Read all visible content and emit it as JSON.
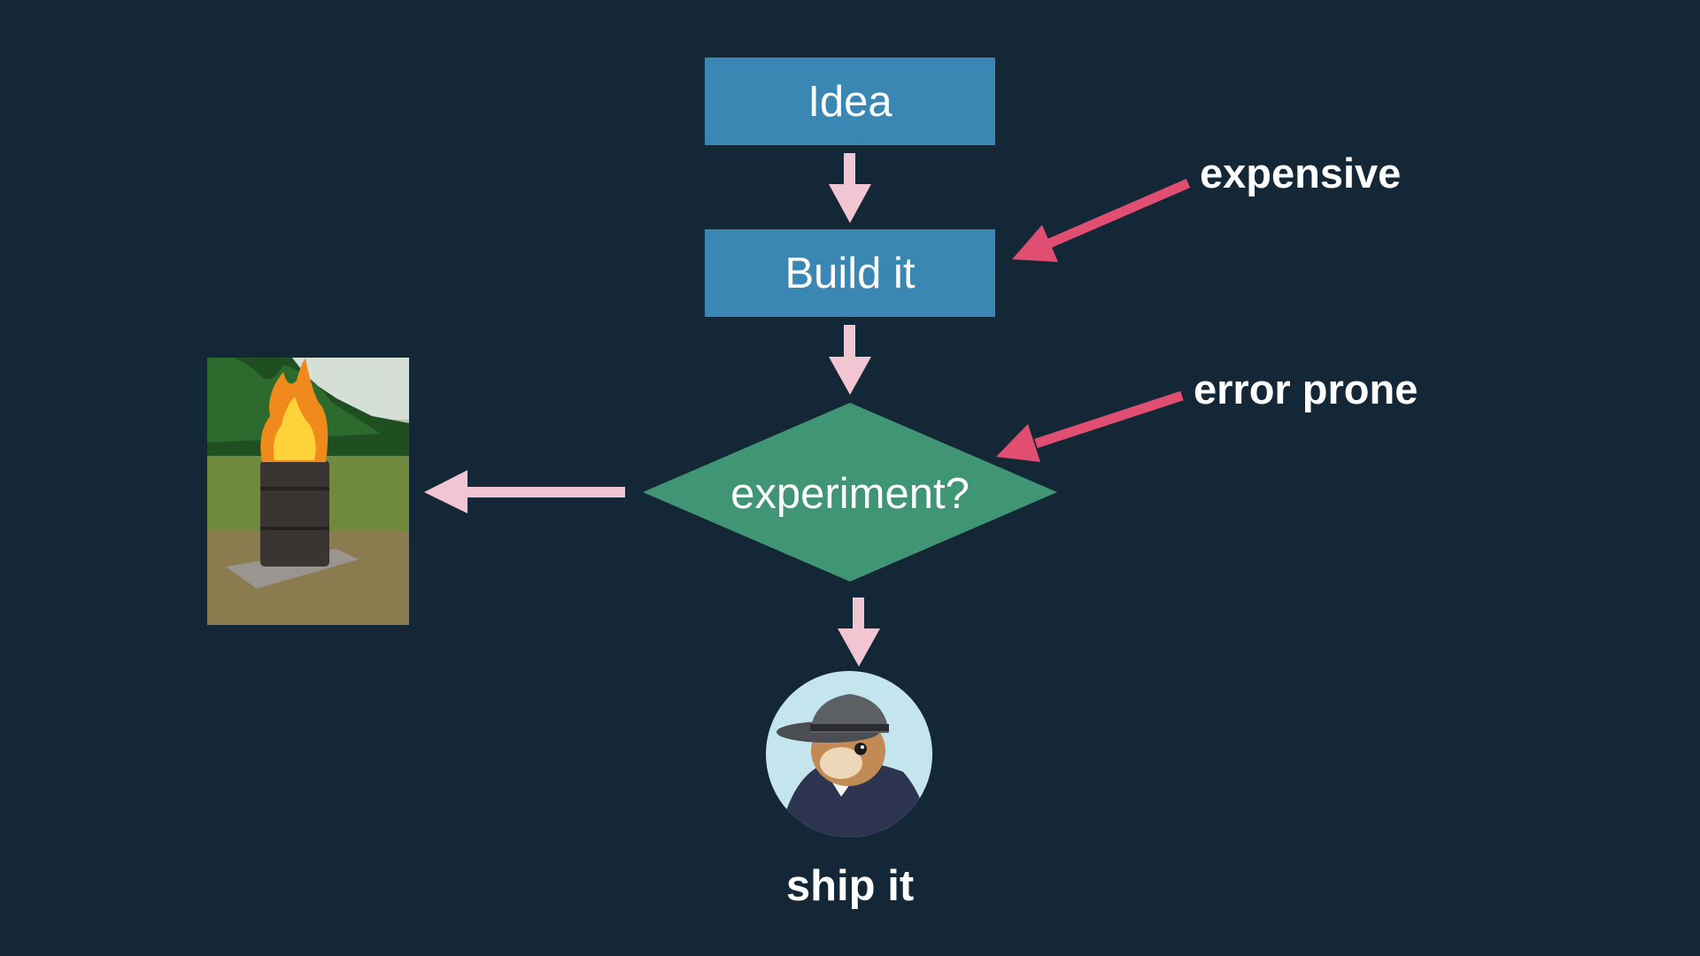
{
  "flowchart": {
    "idea_label": "Idea",
    "build_label": "Build it",
    "decision_label": "experiment?",
    "success_label": "ship it"
  },
  "annotations": {
    "expensive": "expensive",
    "error_prone": "error prone"
  },
  "colors": {
    "background": "#132736",
    "process_box": "#3b87b3",
    "decision": "#3f9574",
    "flow_arrow": "#f2c5d2",
    "annotation_arrow": "#e04e72"
  },
  "images": {
    "failure": "burning-barrel-photo",
    "success": "squirrel-detective-avatar"
  }
}
